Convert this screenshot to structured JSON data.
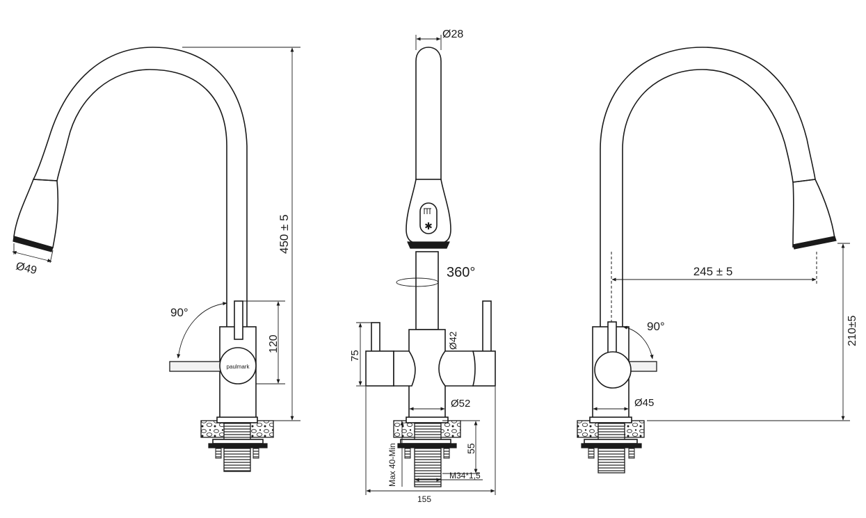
{
  "left_view": {
    "dim_height": "450 ± 5",
    "dim_spout_diameter": "Ø49",
    "dim_lever_height": "120",
    "dim_rotation": "90°",
    "logo": "paulmark"
  },
  "front_view": {
    "dim_top_diameter": "Ø28",
    "dim_swivel": "360°",
    "dim_stem_diameter": "Ø42",
    "dim_handle_height": "75",
    "dim_base_diameter": "Ø52",
    "dim_thread_length": "55",
    "dim_countertop": "Max 40-Min",
    "dim_thread": "M34*1,5",
    "dim_width": "155"
  },
  "right_view": {
    "dim_reach": "245 ± 5",
    "dim_clearance": "210±5",
    "dim_rotation": "90°",
    "dim_base_diameter": "Ø45"
  }
}
